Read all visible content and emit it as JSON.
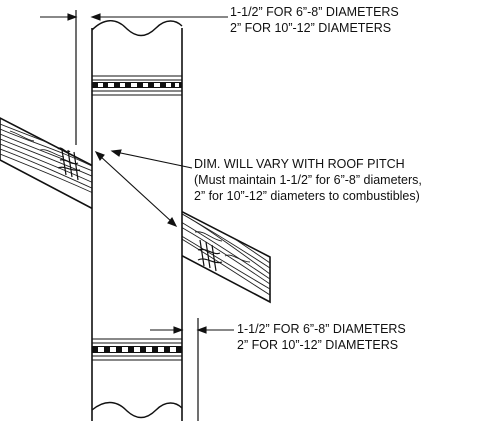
{
  "clearance_top": {
    "line1": "1-1/2” FOR 6”-8” DIAMETERS",
    "line2": "2” FOR 10”-12” DIAMETERS"
  },
  "roof_pitch_note": {
    "line1": "DIM. WILL VARY WITH ROOF PITCH",
    "line2": "(Must maintain 1-1/2” for 6”-8” diameters,",
    "line3": "2” for 10”-12” diameters to combustibles)"
  },
  "clearance_bottom": {
    "line1": "1-1/2” FOR 6”-8” DIAMETERS",
    "line2": "2” FOR 10”-12” DIAMETERS"
  }
}
